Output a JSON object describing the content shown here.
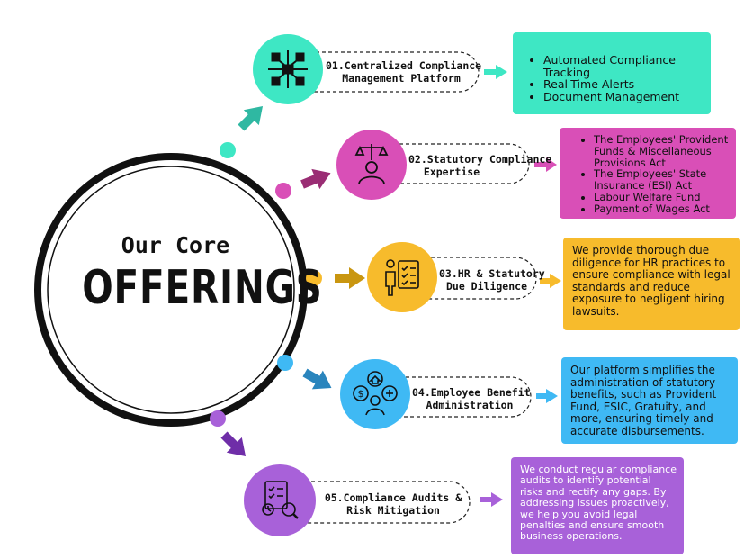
{
  "center": {
    "line1": "Our Core",
    "line2": "OFFERINGS"
  },
  "colors": {
    "teal": "#3ee7c4",
    "magenta": "#d94fb7",
    "yellow": "#f7bb2c",
    "blue": "#3fb9f4",
    "purple": "#a861d9"
  },
  "offerings": [
    {
      "label_line1": "01.Centralized Compliance",
      "label_line2": "Management Platform",
      "icon": "blockchain-network-icon",
      "bullets": [
        "Automated Compliance Tracking",
        "Real-Time Alerts",
        "Document Management"
      ]
    },
    {
      "label_line1": "02.Statutory Compliance",
      "label_line2": "Expertise",
      "icon": "scales-justice-person-icon",
      "bullets": [
        "The Employees' Provident Funds & Miscellaneous Provisions Act",
        "The Employees' State Insurance (ESI) Act",
        "Labour Welfare Fund",
        "Payment of Wages Act"
      ]
    },
    {
      "label_line1": "03.HR & Statutory",
      "label_line2": "Due Diligence",
      "icon": "person-checklist-icon",
      "text": "We provide thorough due diligence for HR practices to ensure compliance with legal standards and reduce exposure to negligent hiring lawsuits."
    },
    {
      "label_line1": "04.Employee Benefit",
      "label_line2": "Administration",
      "icon": "employee-benefits-icon",
      "text": "Our platform simplifies the administration of statutory benefits, such as Provident Fund, ESIC, Gratuity, and more, ensuring timely and accurate disbursements."
    },
    {
      "label_line1": "05.Compliance Audits &",
      "label_line2": "Risk Mitigation",
      "icon": "audit-magnifier-icon",
      "text": "We conduct regular compliance audits to identify potential risks and rectify any gaps. By addressing issues proactively, we help you avoid legal penalties and ensure smooth business operations."
    }
  ]
}
